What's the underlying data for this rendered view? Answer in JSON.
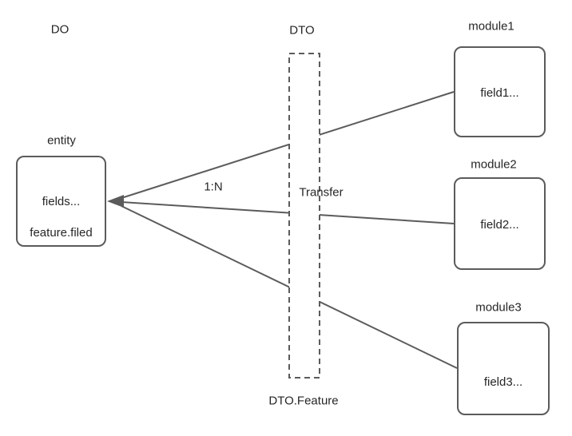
{
  "diagram": {
    "colors": {
      "background": "#ffffff",
      "stroke": "#5b5b5b",
      "text": "#262626"
    },
    "labels": {
      "do": "DO",
      "dto": "DTO",
      "dto_feature": "DTO.Feature",
      "relation": "1:N",
      "transfer": "Transfer"
    },
    "nodes": {
      "entity": {
        "title": "entity",
        "line1": "fields...",
        "line2": "feature.filed"
      },
      "module1": {
        "title": "module1",
        "field": "field1..."
      },
      "module2": {
        "title": "module2",
        "field": "field2..."
      },
      "module3": {
        "title": "module3",
        "field": "field3..."
      }
    }
  }
}
